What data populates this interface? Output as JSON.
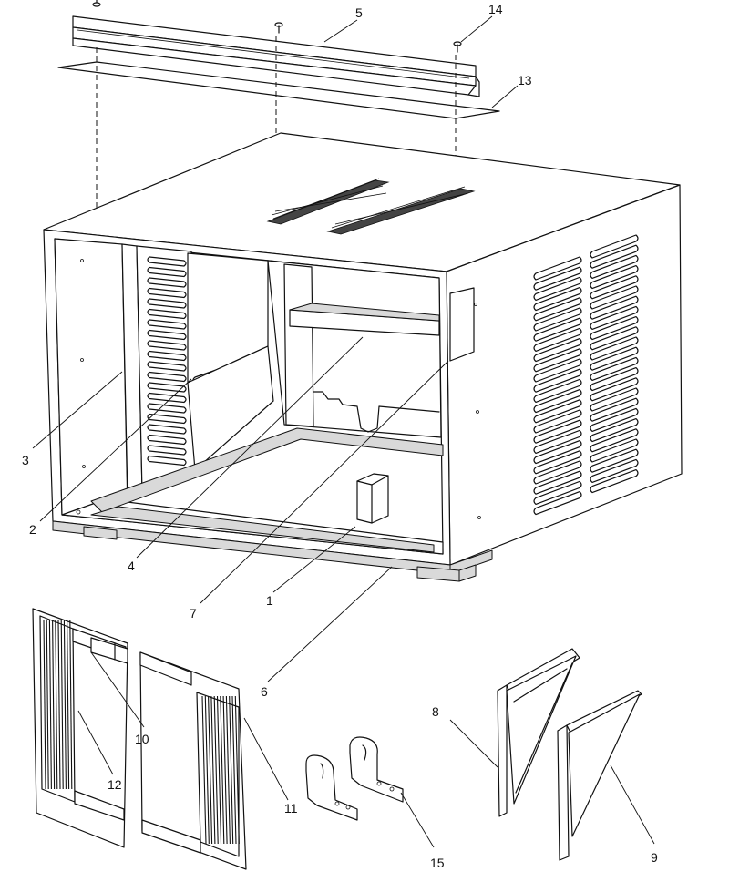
{
  "callouts": [
    {
      "id": "c1",
      "text": "1"
    },
    {
      "id": "c2",
      "text": "2"
    },
    {
      "id": "c3",
      "text": "3"
    },
    {
      "id": "c4",
      "text": "4"
    },
    {
      "id": "c5",
      "text": "5"
    },
    {
      "id": "c6",
      "text": "6"
    },
    {
      "id": "c7",
      "text": "7"
    },
    {
      "id": "c8",
      "text": "8"
    },
    {
      "id": "c9",
      "text": "9"
    },
    {
      "id": "c10",
      "text": "10"
    },
    {
      "id": "c11",
      "text": "11"
    },
    {
      "id": "c12",
      "text": "12"
    },
    {
      "id": "c13",
      "text": "13"
    },
    {
      "id": "c14",
      "text": "14"
    },
    {
      "id": "c15",
      "text": "15"
    }
  ],
  "icons": {
    "screw": "screw-icon",
    "cabinet": "cabinet-icon",
    "bracket": "bracket-icon"
  },
  "colors": {
    "line": "#111111",
    "fill_light": "#d9d9d9",
    "fill_dark": "#444444"
  }
}
